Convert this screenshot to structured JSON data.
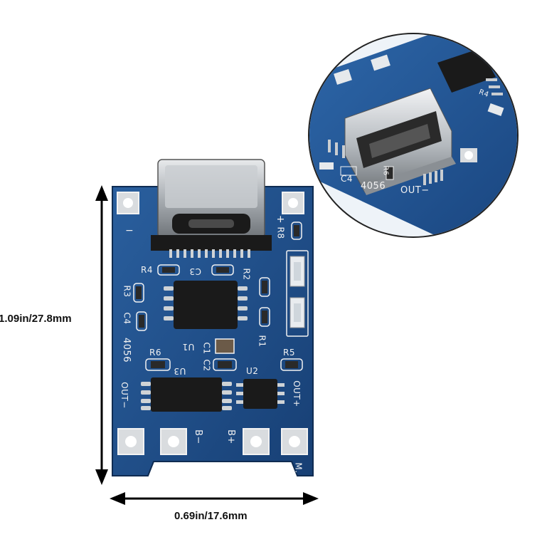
{
  "dimensions": {
    "height_label": "1.09in/27.8mm",
    "width_label": "0.69in/17.6mm"
  },
  "board_labels": {
    "minus": "−",
    "r8": "R8",
    "r8_plus": "+",
    "r4": "R4",
    "c3": "C3",
    "r2": "R2",
    "r3": "R3",
    "c4": "C4",
    "chip_id": "4056",
    "u1": "U1",
    "c1": "C1",
    "r1": "R1",
    "r6": "R6",
    "u3": "U3",
    "c2": "C2",
    "r5": "R5",
    "u2": "U2",
    "out_minus": "OUT−",
    "out_plus": "OUT+",
    "b_minus": "B−",
    "b_plus": "B+",
    "m_mark": "M."
  },
  "inset_labels": {
    "c4": "C4",
    "chip_id": "4056",
    "out_minus": "OUT−",
    "r6": "R6",
    "r4": "R4"
  },
  "colors": {
    "pcb_blue": "#1e4f8c",
    "pcb_edge": "#163c6e",
    "silkscreen": "#f2f2f2",
    "pad_silver": "#d9dcdf",
    "chip_black": "#1a1a1a",
    "metal": "#b8bcc0"
  }
}
